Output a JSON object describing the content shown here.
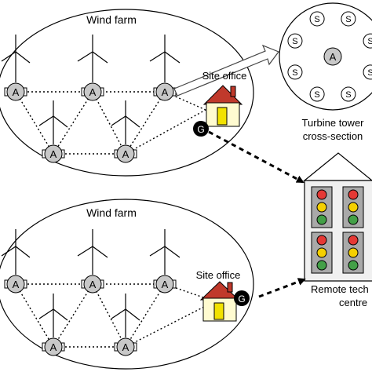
{
  "farms": [
    {
      "label": "Wind farm",
      "office_label": "Site office",
      "node_letter": "A",
      "gateway_letter": "G"
    },
    {
      "label": "Wind farm",
      "office_label": "Site office",
      "node_letter": "A",
      "gateway_letter": "G"
    }
  ],
  "tower": {
    "title_line1": "Turbine tower",
    "title_line2": "cross-section",
    "center_letter": "A",
    "sensor_letter": "S"
  },
  "remote": {
    "label_line1": "Remote tech",
    "label_line2": "centre"
  },
  "colors": {
    "house_wall": "#fffbd0",
    "house_roof": "#c0392b",
    "house_door": "#f2e200",
    "node_fill": "#c8c8c8",
    "sensor_fill": "#ffffff",
    "building_fill": "#f0f0f0",
    "window_fill": "#a9a9a9",
    "light_red": "#e53935",
    "light_yellow": "#f5d000",
    "light_green": "#43a047"
  }
}
